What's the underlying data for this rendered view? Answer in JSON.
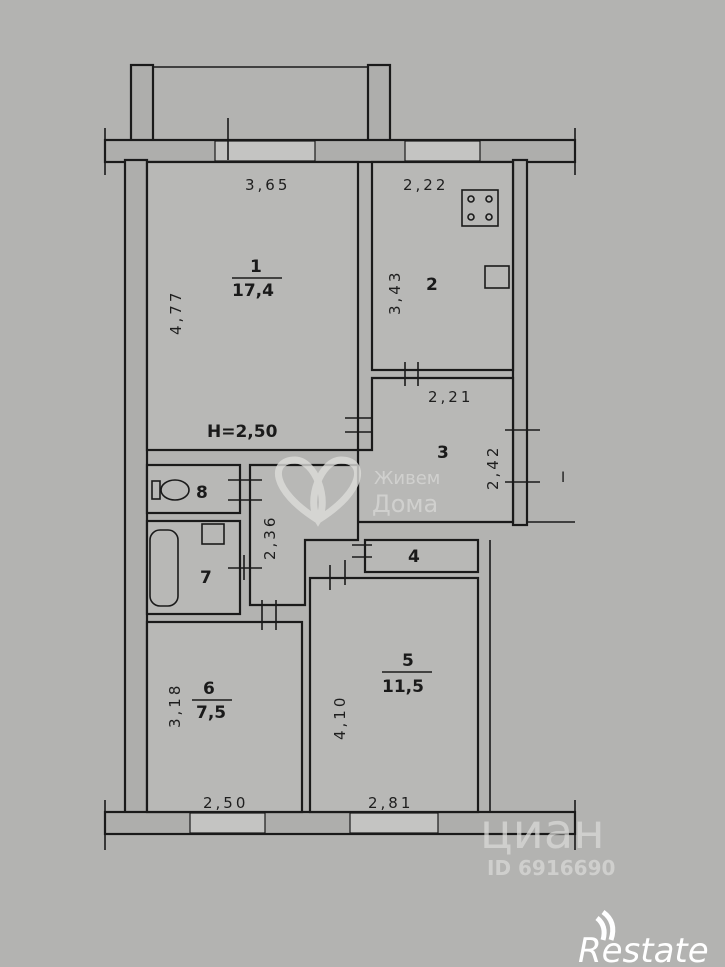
{
  "plan": {
    "ceiling_height": "H=2,50",
    "rooms": [
      {
        "number": "1",
        "area": "17,4",
        "width": "3,65",
        "length": "4,77"
      },
      {
        "number": "2",
        "width": "2,22",
        "length": "3,43"
      },
      {
        "number": "3",
        "width": "2,21",
        "length": "2,42"
      },
      {
        "number": "4"
      },
      {
        "number": "5",
        "area": "11,5",
        "width": "2,81",
        "length": "4,10"
      },
      {
        "number": "6",
        "area": "7,5",
        "width": "2,50",
        "length": "3,18"
      },
      {
        "number": "7"
      },
      {
        "number": "8"
      }
    ],
    "corridor_length": "2,36",
    "entrance_mark": "I"
  },
  "watermarks": {
    "zhivem_line1": "Живем",
    "zhivem_line2": "Дома",
    "cian": "циан",
    "cian_id": "ID 6916690",
    "restate": "Restate"
  }
}
